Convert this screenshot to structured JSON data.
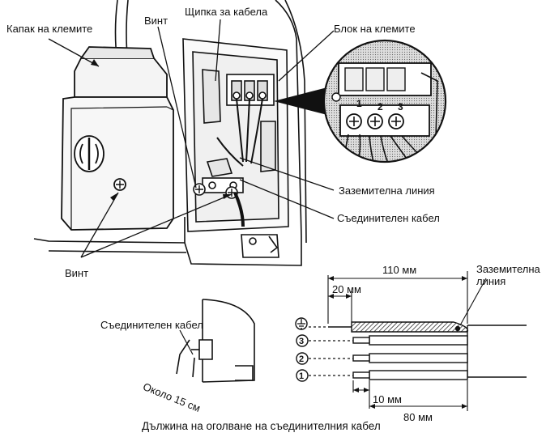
{
  "labels": {
    "terminal_cover": "Капак на клемите",
    "screw_top": "Винт",
    "cable_clamp": "Щипка за кабела",
    "terminal_block": "Блок на клемите",
    "ground_line": "Заземителна линия",
    "connecting_cable": "Съединителен кабел",
    "screw_bottom": "Винт",
    "dim_110": "110 мм",
    "ground_line_2": "Заземителна\nлиния",
    "dim_20": "20 мм",
    "connecting_cable_small": "Съединителен кабел",
    "approx_15": "Около 15 см",
    "dim_10": "10 мм",
    "dim_80": "80 мм",
    "caption": "Дължина на оголване на съединителния кабел"
  },
  "terminal_numbers": [
    "1",
    "2",
    "3"
  ],
  "wire_markers": [
    "⏚",
    "3",
    "2",
    "1"
  ]
}
